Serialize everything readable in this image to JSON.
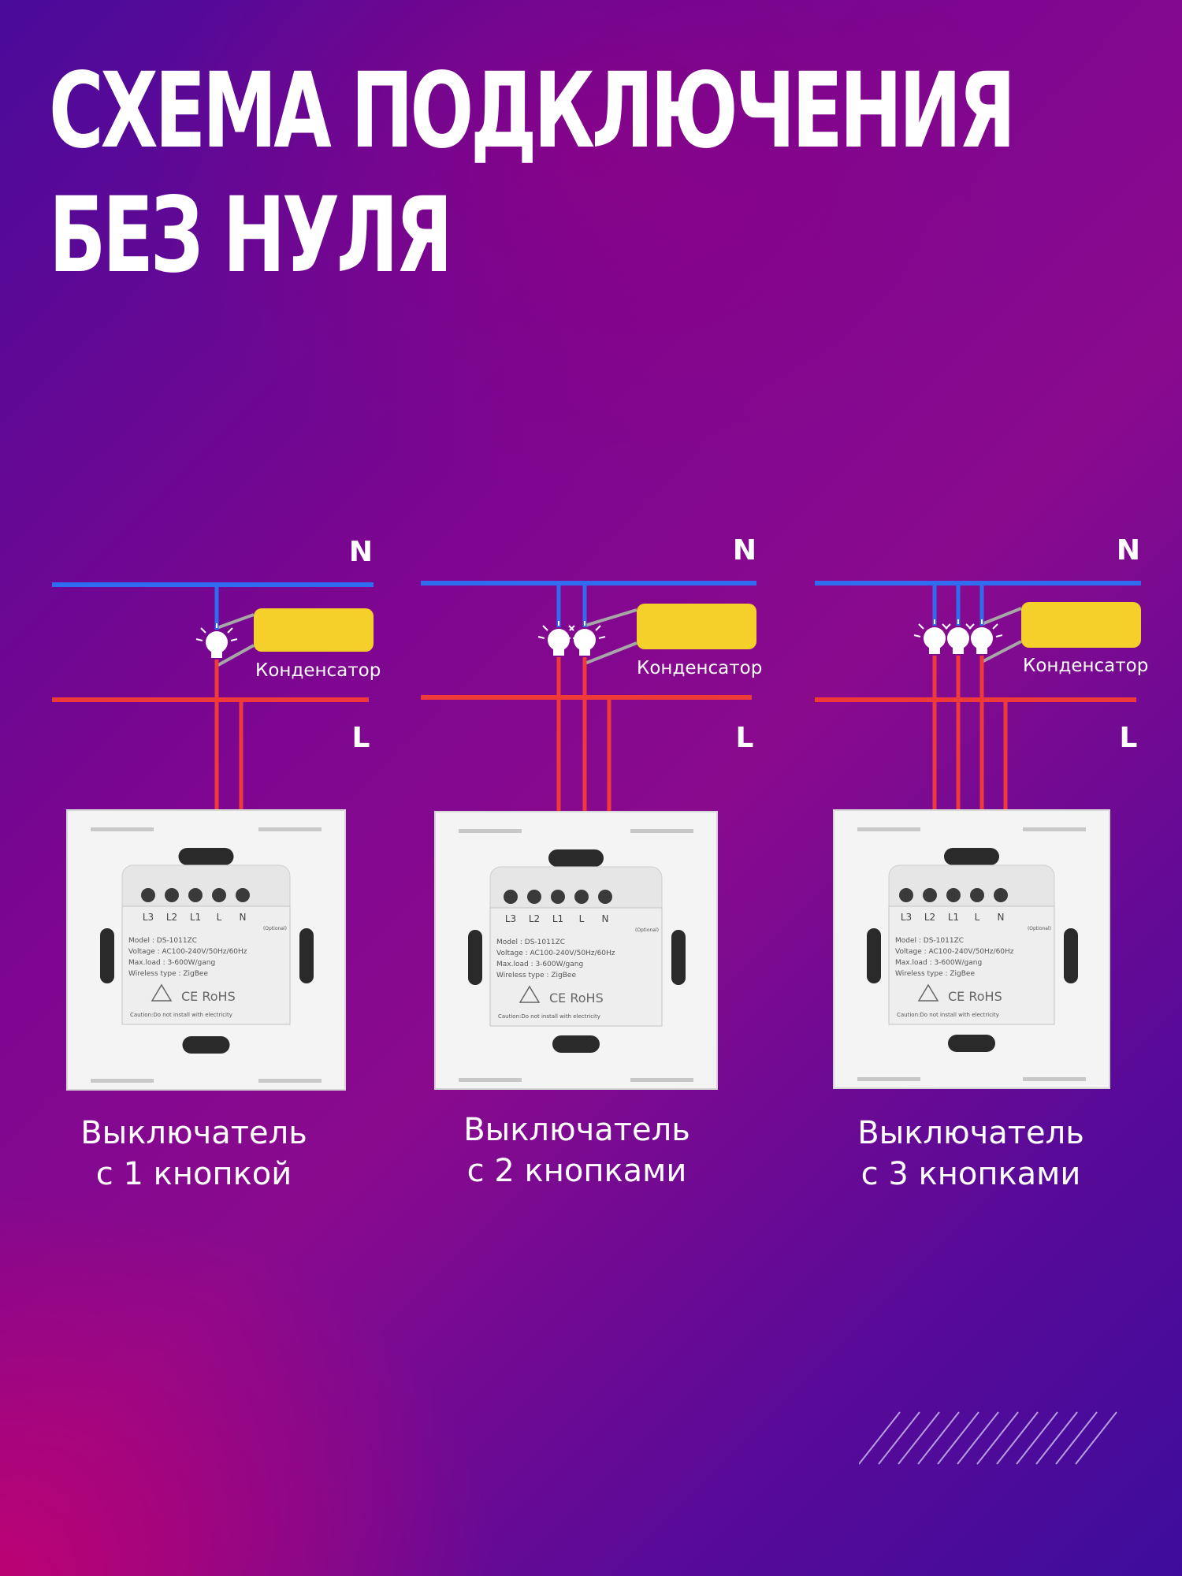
{
  "title": {
    "line1": "СХЕМА ПОДКЛЮЧЕНИЯ",
    "line2": "БЕЗ НУЛЯ"
  },
  "colors": {
    "neutral_wire": "#2f6cf0",
    "live_wire": "#f03a3a",
    "capacitor": "#f5cf2a",
    "panel": "#f4f4f4",
    "text": "#ffffff"
  },
  "labels": {
    "neutral": "N",
    "live": "L",
    "capacitor": "Конденсатор"
  },
  "device_label": {
    "terminals": [
      "L3",
      "L2",
      "L1",
      "L",
      "N"
    ],
    "optional": "(Optional)",
    "model": "Model : DS-1011ZC",
    "voltage": "Voltage : AC100-240V/50Hz/60Hz",
    "max_load": "Max.load : 3-600W/gang",
    "wireless": "Wireless type : ZigBee",
    "marks": "CE RoHS",
    "caution": "Caution:Do not install with electricity"
  },
  "switches": [
    {
      "gangs": 1,
      "caption_line1": "Выключатель",
      "caption_line2": "с 1 кнопкой"
    },
    {
      "gangs": 2,
      "caption_line1": "Выключатель",
      "caption_line2": "с 2 кнопками"
    },
    {
      "gangs": 3,
      "caption_line1": "Выключатель",
      "caption_line2": "с 3 кнопками"
    }
  ]
}
